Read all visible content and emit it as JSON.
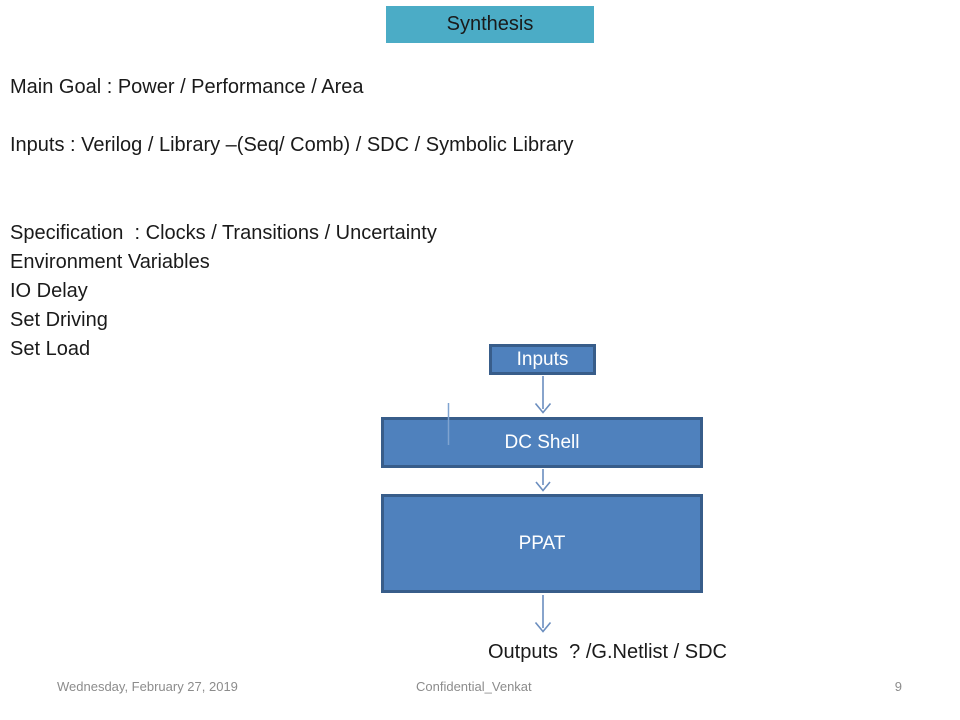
{
  "slide": {
    "title": "Synthesis"
  },
  "body": {
    "main_goal": "Main Goal : Power / Performance / Area",
    "inputs_line": "Inputs : Verilog / Library –(Seq/ Comb) / SDC / Symbolic Library",
    "spec_lines": [
      "Specification  : Clocks / Transitions / Uncertainty",
      "Environment Variables",
      "IO Delay",
      "Set Driving",
      "Set Load"
    ]
  },
  "diagram": {
    "inputs_box_label": "Inputs",
    "dc_shell_box_label": "DC Shell",
    "ppat_box_label": "PPAT",
    "outputs_text": "Outputs  ? /G.Netlist / SDC"
  },
  "footer": {
    "date": "Wednesday, February 27, 2019",
    "confidential": "Confidential_Venkat",
    "page_number": "9"
  },
  "colors": {
    "title_bg": "#4BACC6",
    "box_fill": "#4F81BD",
    "box_border": "#385D8A",
    "arrow": "#6B8EBF",
    "text": "#1A1A1A",
    "box_text": "#FFFFFF",
    "footer_text": "#8C8C8C",
    "background": "#FFFFFF"
  }
}
